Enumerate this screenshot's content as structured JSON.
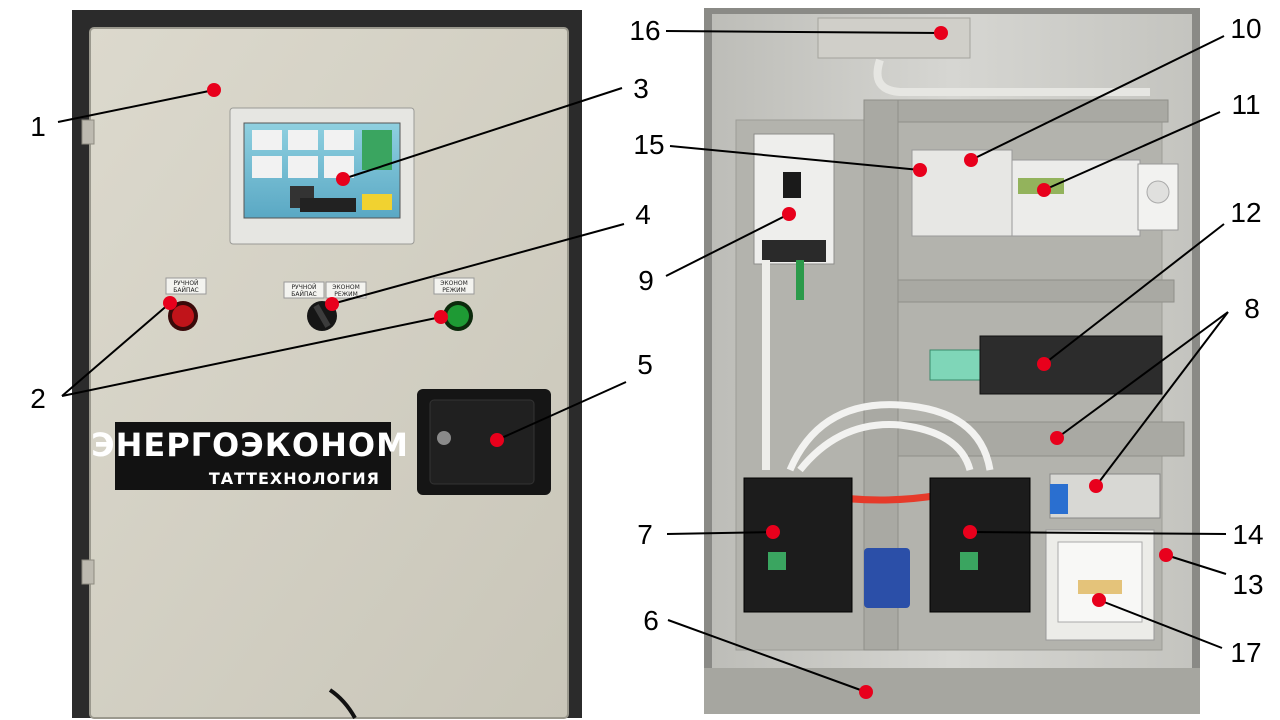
{
  "brand": {
    "main": "ЭНЕРГОЭКОНОМ",
    "sub": "ТАТТЕХНОЛОГИЯ"
  },
  "door_plates": {
    "bypass_lamp": [
      "РУЧНОЙ",
      "БАЙПАС"
    ],
    "switch_left": [
      "РУЧНОЙ",
      "БАЙПАС"
    ],
    "switch_right": [
      "ЭКОНОМ",
      "РЕЖИМ"
    ],
    "econ_lamp": [
      "ЭКОНОМ",
      "РЕЖИМ"
    ]
  },
  "callouts": [
    "1",
    "2",
    "3",
    "4",
    "5",
    "6",
    "7",
    "8",
    "9",
    "10",
    "11",
    "12",
    "13",
    "14",
    "15",
    "16",
    "17"
  ],
  "colors": {
    "marker": "#e8001c",
    "leader": "#000000",
    "door": "#d8d5c8",
    "cabinet_interior": "#cfcfcb",
    "brand_bg": "#121212"
  }
}
